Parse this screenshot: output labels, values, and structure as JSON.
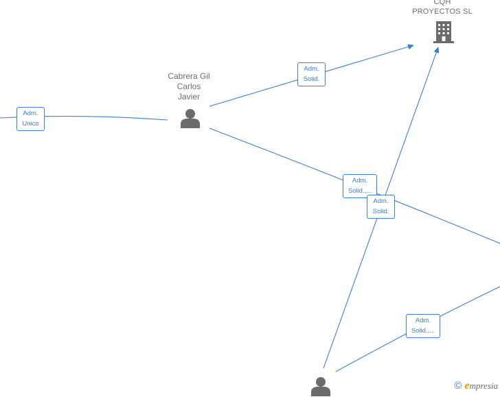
{
  "nodes": {
    "company": {
      "label": "CQH\nPROYECTOS  SL",
      "icon": "building-icon"
    },
    "person_cabrera": {
      "label": "Cabrera Gil\nCarlos\nJavier",
      "icon": "person-icon"
    },
    "person_bottom": {
      "label": "",
      "icon": "person-icon"
    }
  },
  "edge_labels": {
    "left_unico": "Adm.\nUnico",
    "cabrera_company": "Adm.\nSolid.",
    "cabrera_right": "Adm.\nSolid.,...",
    "bottom_company": "Adm.\nSolid.",
    "bottom_right": "Adm.\nSolid.,..."
  },
  "colors": {
    "edge": "#3a7fd5",
    "node_icon": "#6b6b6b",
    "node_text": "#6b6b6b",
    "brand_accent": "#f29400"
  },
  "watermark": {
    "copyright": "©",
    "brand_initial": "e",
    "brand_rest": "mpresia"
  }
}
